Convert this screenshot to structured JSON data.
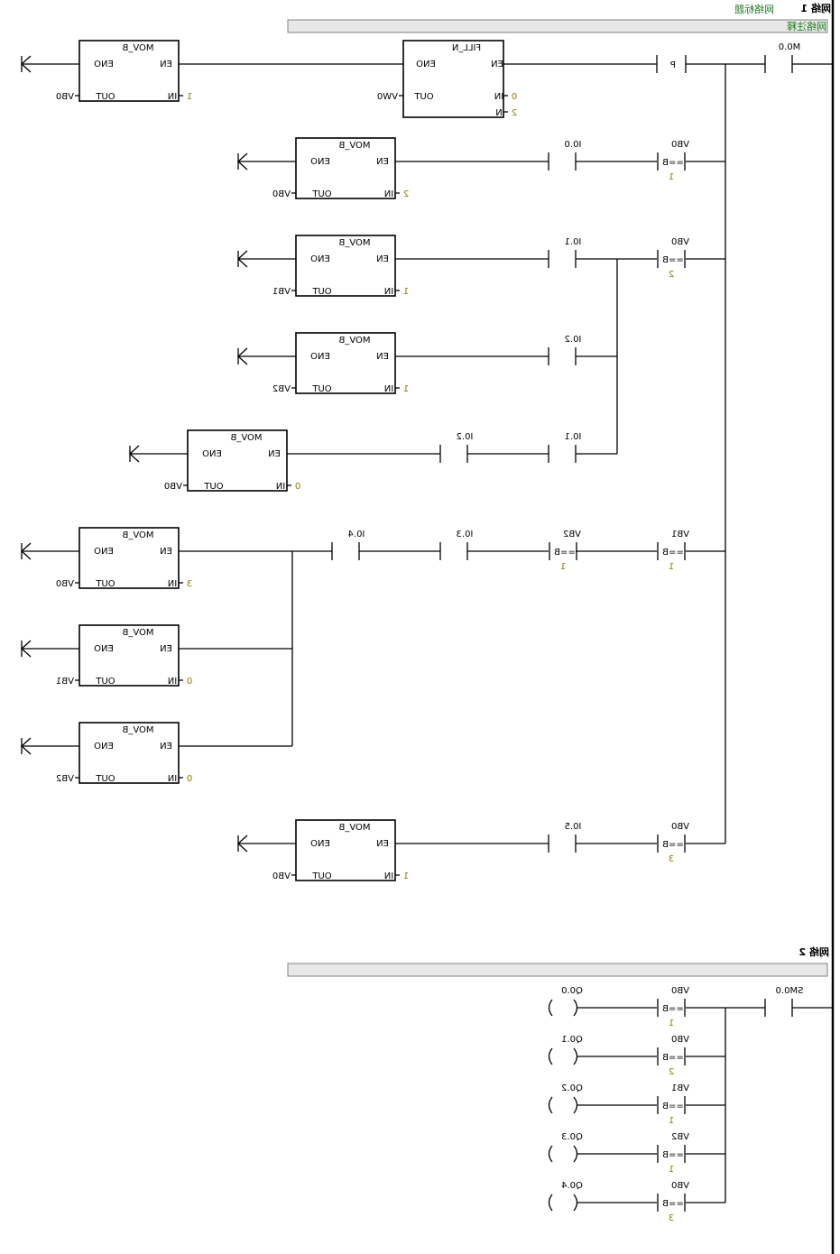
{
  "networks": [
    {
      "label": "网络 1",
      "title_label": "网络标题",
      "comment_label": "网络注释",
      "first_contact": "M0.0",
      "edge_contact": "P",
      "fill_block": {
        "name": "FILL_N",
        "en": "EN",
        "eno": "ENO",
        "in_pin": "IN",
        "out_pin": "OUT",
        "n_pin": "N",
        "in_value": "0",
        "n_value": "2",
        "out_value": "VW0"
      },
      "top_move": {
        "name": "MOV_B",
        "in_value": "1",
        "out_value": "VB0"
      },
      "branches": [
        {
          "compare": {
            "operand": "VB0",
            "op": "==B",
            "value": "1"
          },
          "contacts": [
            "I0.0"
          ],
          "moves": [
            {
              "name": "MOV_B",
              "in_value": "2",
              "out_value": "VB0"
            }
          ]
        },
        {
          "compare": {
            "operand": "VB0",
            "op": "==B",
            "value": "2"
          },
          "sub_rows": [
            {
              "contacts": [
                "I0.1"
              ],
              "moves": [
                {
                  "name": "MOV_B",
                  "in_value": "1",
                  "out_value": "VB1"
                }
              ]
            },
            {
              "contacts": [
                "I0.2"
              ],
              "moves": [
                {
                  "name": "MOV_B",
                  "in_value": "1",
                  "out_value": "VB2"
                }
              ]
            },
            {
              "contacts": [
                "I0.1",
                "I0.2"
              ],
              "moves": [
                {
                  "name": "MOV_B",
                  "in_value": "0",
                  "out_value": "VB0"
                }
              ]
            }
          ]
        },
        {
          "compares": [
            {
              "operand": "VB1",
              "op": "==B",
              "value": "1"
            },
            {
              "operand": "VB2",
              "op": "==B",
              "value": "1"
            }
          ],
          "contacts": [
            "I0.3",
            "I0.4"
          ],
          "moves": [
            {
              "name": "MOV_B",
              "in_value": "3",
              "out_value": "VB0"
            },
            {
              "name": "MOV_B",
              "in_value": "0",
              "out_value": "VB1"
            },
            {
              "name": "MOV_B",
              "in_value": "0",
              "out_value": "VB2"
            }
          ]
        },
        {
          "compare": {
            "operand": "VB0",
            "op": "==B",
            "value": "3"
          },
          "contacts": [
            "I0.5"
          ],
          "moves": [
            {
              "name": "MOV_B",
              "in_value": "1",
              "out_value": "VB0"
            }
          ]
        }
      ],
      "pins": {
        "en": "EN",
        "eno": "ENO",
        "in": "IN",
        "out": "OUT"
      }
    },
    {
      "label": "网络 2",
      "first_contact": "SM0.0",
      "rows": [
        {
          "operand": "VB0",
          "op": "==B",
          "value": "1",
          "coil": "Q0.0"
        },
        {
          "operand": "VB0",
          "op": "==B",
          "value": "2",
          "coil": "Q0.1"
        },
        {
          "operand": "VB1",
          "op": "==B",
          "value": "1",
          "coil": "Q0.2"
        },
        {
          "operand": "VB2",
          "op": "==B",
          "value": "1",
          "coil": "Q0.3"
        },
        {
          "operand": "VB0",
          "op": "==B",
          "value": "3",
          "coil": "Q0.4"
        }
      ]
    }
  ],
  "colors": {
    "wire": "#000000",
    "comment_text": "#1a7a1a",
    "param_value": "#8a7a00",
    "header_bar": "#e8e8e8"
  }
}
